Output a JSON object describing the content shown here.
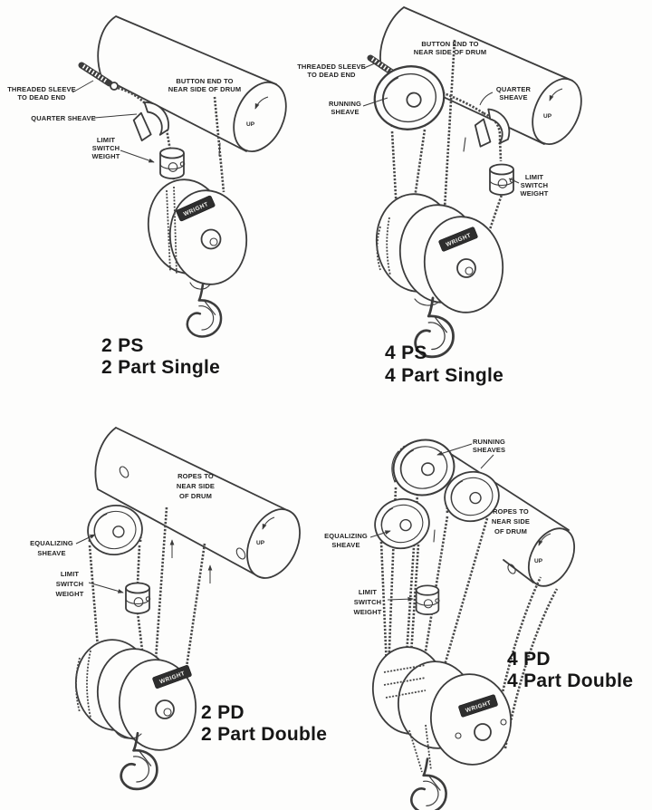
{
  "colors": {
    "background": "#fdfdfc",
    "ink": "#3c3c3c",
    "text": "#1f1f1f",
    "badge": "#2e2e2e"
  },
  "brand": {
    "text": "WRIGHT"
  },
  "diagrams": {
    "two_ps": {
      "code": "2 PS",
      "name": "2 Part Single",
      "up": "UP",
      "labels": {
        "threaded_sleeve": [
          "THREADED SLEEVE",
          "TO DEAD END"
        ],
        "quarter_sheave": [
          "QUARTER SHEAVE"
        ],
        "limit_switch_weight": [
          "LIMIT",
          "SWITCH",
          "WEIGHT"
        ],
        "button_end": [
          "BUTTON END TO",
          "NEAR SIDE OF DRUM"
        ]
      }
    },
    "four_ps": {
      "code": "4 PS",
      "name": "4 Part Single",
      "up": "UP",
      "labels": {
        "threaded_sleeve": [
          "THREADED SLEEVE",
          "TO DEAD END"
        ],
        "button_end": [
          "BUTTON END TO",
          "NEAR SIDE OF DRUM"
        ],
        "running_sheave": [
          "RUNNING",
          "SHEAVE"
        ],
        "quarter_sheave": [
          "QUARTER",
          "SHEAVE"
        ],
        "limit_switch_weight": [
          "LIMIT",
          "SWITCH",
          "WEIGHT"
        ]
      }
    },
    "two_pd": {
      "code": "2 PD",
      "name": "2 Part Double",
      "up": "UP",
      "labels": {
        "equalizing_sheave": [
          "EQUALIZING",
          "SHEAVE"
        ],
        "limit_switch_weight": [
          "LIMIT",
          "SWITCH",
          "WEIGHT"
        ],
        "ropes_to_drum": [
          "ROPES TO",
          "NEAR SIDE",
          "OF DRUM"
        ]
      }
    },
    "four_pd": {
      "code": "4 PD",
      "name": "4 Part Double",
      "up": "UP",
      "labels": {
        "running_sheaves": [
          "RUNNING",
          "SHEAVES"
        ],
        "equalizing_sheave": [
          "EQUALIZING",
          "SHEAVE"
        ],
        "ropes_to_drum": [
          "ROPES TO",
          "NEAR SIDE",
          "OF DRUM"
        ],
        "limit_switch_weight": [
          "LIMIT",
          "SWITCH",
          "WEIGHT"
        ]
      }
    }
  }
}
